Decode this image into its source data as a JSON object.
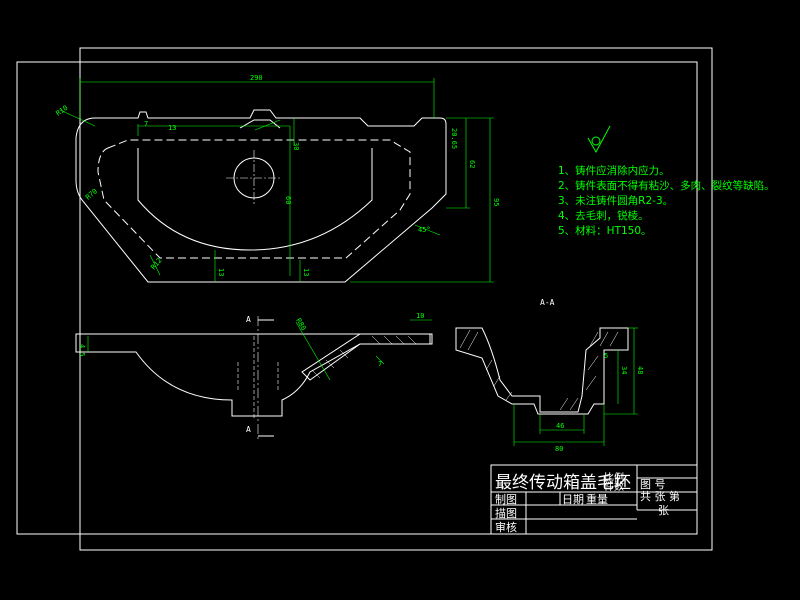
{
  "colors": {
    "background": "#000000",
    "outline": "#ffffff",
    "dimension": "#00ff00",
    "hidden_line": "#ffffff"
  },
  "top_view": {
    "dims": {
      "overall_width": "290",
      "corner_radius": "R10",
      "slot_height": "13",
      "top_small": "7",
      "right_depth": "20.65",
      "right_height_1": "62",
      "right_height_2": "95",
      "center_height": "30",
      "center_depth": "60",
      "left_r": "R70",
      "bottom_1": "13",
      "bottom_2": "13",
      "chamfer_left": "R12",
      "chamfer_right": "45°"
    }
  },
  "front_view": {
    "section_mark_top": "A",
    "section_mark_bottom": "A",
    "dims": {
      "depth_left": "4.5",
      "r_dim": "R80",
      "flange": "10",
      "step": "7"
    }
  },
  "section_view": {
    "title": "A-A",
    "dims": {
      "total_width": "80",
      "inner_width": "46",
      "height": "48",
      "depth": "34",
      "small": "5"
    }
  },
  "notes": [
    "1、铸件应消除内应力。",
    "2、铸件表面不得有粘沙、多肉、裂纹等缺陷。",
    "3、未注铸件圆角R2-3。",
    "4、去毛刺，锐棱。",
    "5、材料：HT150。"
  ],
  "title_block": {
    "part_name": "最终传动箱盖毛坯",
    "overlap_1": "比例",
    "overlap_2": "件数",
    "drawing_no_label": "图  号",
    "sheet_label": "共 张 第",
    "sheet_label_2": "张",
    "row1": "制图",
    "row2": "描图",
    "row3": "审核",
    "date_label": "日期",
    "weight_label": "重量"
  }
}
